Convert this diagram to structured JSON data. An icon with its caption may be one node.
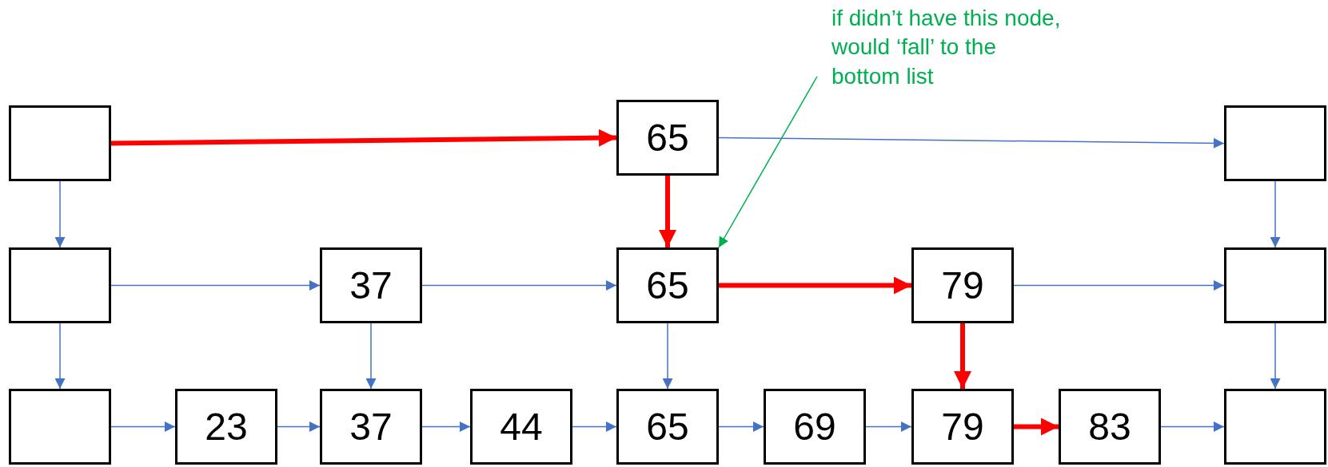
{
  "diagram": {
    "nodes": [
      {
        "text": [
          "if didn’t have this node, would ‘fall’ to the bottom list"
        ]
      },
      {
        "text": [],
        "shape": "box"
      },
      {
        "text": [
          "65"
        ]
      },
      {
        "text": [],
        "shape": "box"
      },
      {
        "text": [],
        "shape": "box"
      },
      {
        "text": [
          "37"
        ]
      },
      {
        "text": [
          "65"
        ]
      },
      {
        "text": [
          "79"
        ]
      },
      {
        "text": [],
        "shape": "box"
      },
      {
        "text": [],
        "shape": "box"
      },
      {
        "text": [
          "23"
        ]
      },
      {
        "text": [
          "37"
        ]
      },
      {
        "text": [
          "44"
        ]
      },
      {
        "text": [
          "65"
        ]
      },
      {
        "text": [
          "69"
        ]
      },
      {
        "text": [
          "79"
        ]
      },
      {
        "text": [
          "83"
        ]
      },
      {
        "text": [],
        "shape": "box"
      }
    ],
    "edges": [
      {
        "from": 1,
        "to": 2,
        "arrow": "to",
        "style": "thick",
        "color": "#ff0000"
      },
      {
        "from": 2,
        "to": 3,
        "arrow": "to"
      },
      {
        "from": 1,
        "to": 4,
        "arrow": "to"
      },
      {
        "from": 2,
        "to": 6,
        "arrow": "to",
        "style": "thick",
        "color": "#ff0000"
      },
      {
        "from": 3,
        "to": 8,
        "arrow": "to"
      },
      {
        "from": 0,
        "to": 6,
        "arrow": "to",
        "color": "#00b050"
      },
      {
        "from": 4,
        "to": 5,
        "arrow": "to"
      },
      {
        "from": 5,
        "to": 6,
        "arrow": "to"
      },
      {
        "from": 6,
        "to": 7,
        "arrow": "to",
        "style": "thick",
        "color": "#ff0000"
      },
      {
        "from": 7,
        "to": 8,
        "arrow": "to"
      },
      {
        "from": 4,
        "to": 9,
        "arrow": "to"
      },
      {
        "from": 5,
        "to": 11,
        "arrow": "to"
      },
      {
        "from": 6,
        "to": 13,
        "arrow": "to"
      },
      {
        "from": 7,
        "to": 15,
        "arrow": "to",
        "style": "thick",
        "color": "#ff0000"
      },
      {
        "from": 8,
        "to": 17,
        "arrow": "to"
      },
      {
        "from": 9,
        "to": 10,
        "arrow": "to"
      },
      {
        "from": 10,
        "to": 11,
        "arrow": "to"
      },
      {
        "from": 11,
        "to": 12,
        "arrow": "to"
      },
      {
        "from": 12,
        "to": 13,
        "arrow": "to"
      },
      {
        "from": 13,
        "to": 14,
        "arrow": "to"
      },
      {
        "from": 14,
        "to": 15,
        "arrow": "to"
      },
      {
        "from": 15,
        "to": 16,
        "arrow": "to",
        "style": "thick",
        "color": "#ff0000"
      },
      {
        "from": 16,
        "to": 17,
        "arrow": "to"
      }
    ]
  }
}
